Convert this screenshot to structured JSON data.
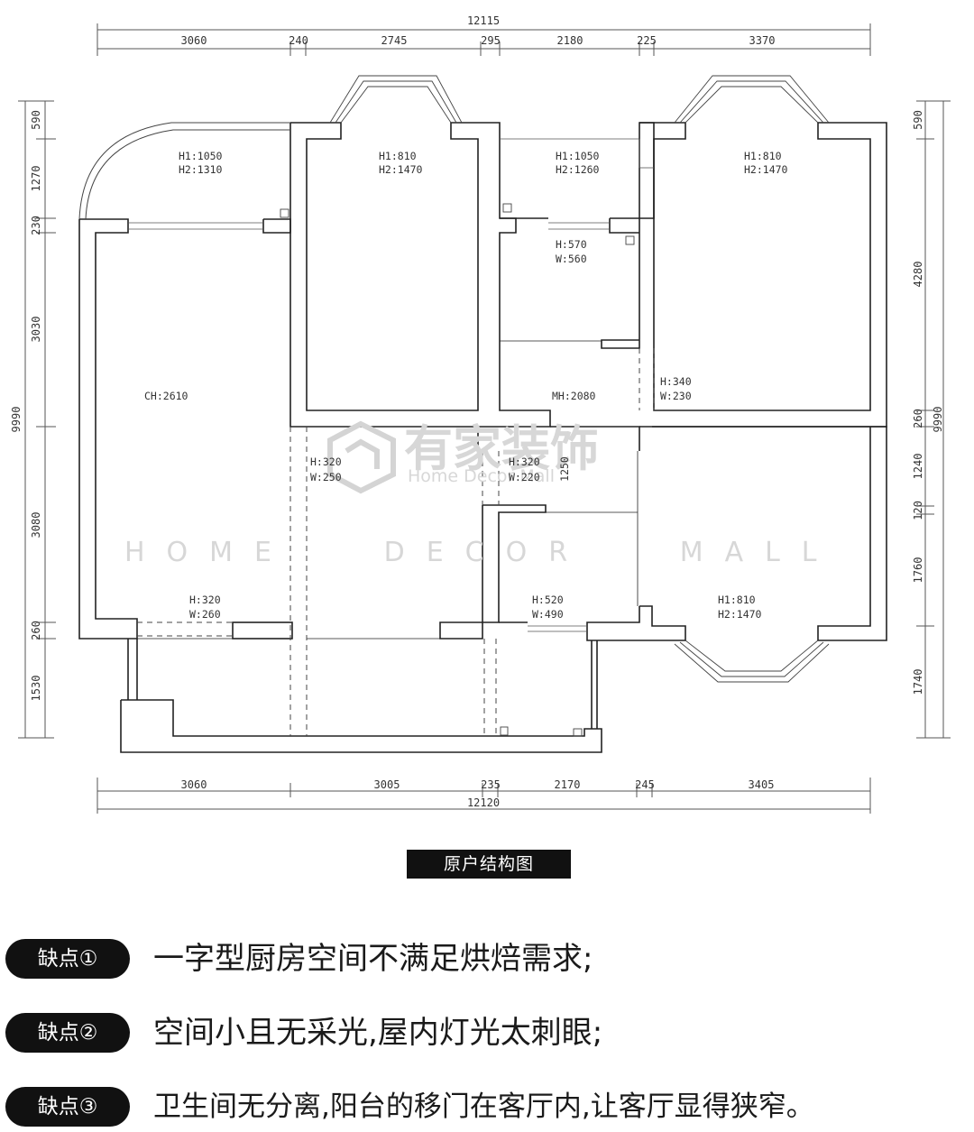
{
  "plan": {
    "top_dims": {
      "total": "12115",
      "segments": [
        "3060",
        "240",
        "2745",
        "295",
        "2180",
        "225",
        "3370"
      ]
    },
    "bottom_dims": {
      "total": "12120",
      "segments": [
        "3060",
        "3005",
        "235",
        "2170",
        "245",
        "3405"
      ]
    },
    "left_dims": {
      "total": "9990",
      "segments": [
        "590",
        "1270",
        "230",
        "3030",
        "3080",
        "260",
        "1530"
      ]
    },
    "right_dims": {
      "total": "9990",
      "segments": [
        "590",
        "4280",
        "260",
        "1240",
        "120",
        "1760",
        "1740"
      ]
    },
    "labels": {
      "balcony_nw": [
        "H1:1050",
        "H2:1310"
      ],
      "bedroom_2": [
        "H1:810",
        "H2:1470"
      ],
      "bath_window": [
        "H1:1050",
        "H2:1260"
      ],
      "bedroom_ne": [
        "H1:810",
        "H2:1470"
      ],
      "bath": [
        "H:570",
        "W:560"
      ],
      "living_height": "CH:2610",
      "bath_door": [
        "H:340",
        "W:230"
      ],
      "bath_height": "MH:2080",
      "door_a": [
        "H:320",
        "W:250"
      ],
      "door_b": [
        "H:320",
        "W:220"
      ],
      "kitchen_depth": "1250",
      "door_living": [
        "H:320",
        "W:260"
      ],
      "kitchen_door": [
        "H:520",
        "W:490"
      ],
      "bedroom_se": [
        "H1:810",
        "H2:1470"
      ]
    },
    "watermark": {
      "brand": "有家装饰",
      "brand_en": "Home Decor Mall",
      "wide": "HOME   DECOR   MALL"
    }
  },
  "caption": "原户结构图",
  "defects": [
    {
      "badge": "缺点①",
      "text": "一字型厨房空间不满足烘焙需求;"
    },
    {
      "badge": "缺点②",
      "text": "空间小且无采光,屋内灯光太刺眼;"
    },
    {
      "badge": "缺点③",
      "text": "卫生间无分离,阳台的移门在客厅内,让客厅显得狭窄。"
    }
  ]
}
